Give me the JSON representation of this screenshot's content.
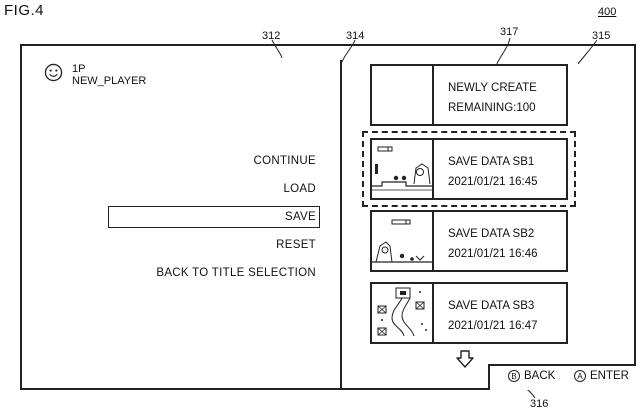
{
  "figure_label": "FIG.4",
  "refs": {
    "r400": "400",
    "r312": "312",
    "r314": "314",
    "r317": "317",
    "r315": "315",
    "r316": "316"
  },
  "player": {
    "slot": "1P",
    "name": "NEW_PLAYER",
    "icon": "smiley-face-icon"
  },
  "menu": {
    "items": [
      "CONTINUE",
      "LOAD",
      "SAVE",
      "RESET",
      "BACK TO TITLE SELECTION"
    ],
    "selected": "SAVE"
  },
  "slots": [
    {
      "title": "NEWLY CREATE",
      "detail": "REMAINING:100",
      "thumbnail": "blank"
    },
    {
      "title": "SAVE DATA SB1",
      "detail": "2021/01/21 16:45",
      "thumbnail": "side-scroll-scene"
    },
    {
      "title": "SAVE DATA SB2",
      "detail": "2021/01/21 16:46",
      "thumbnail": "side-scroll-scene"
    },
    {
      "title": "SAVE DATA SB3",
      "detail": "2021/01/21 16:47",
      "thumbnail": "top-down-map"
    }
  ],
  "scroll_indicator": "down-arrow-icon",
  "controls": {
    "back_key": "B",
    "back_label": "BACK",
    "enter_key": "A",
    "enter_label": "ENTER"
  }
}
